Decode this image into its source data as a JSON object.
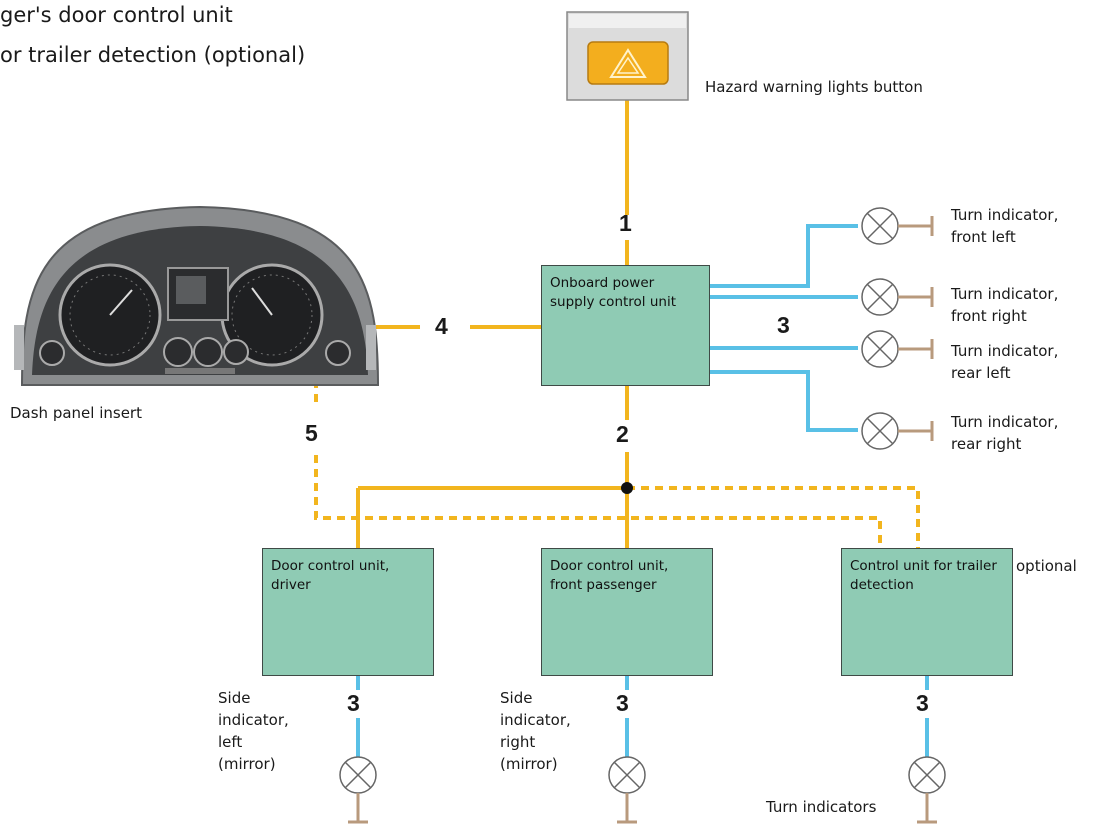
{
  "header": {
    "line1": "ger's door control unit",
    "line2": "or trailer detection (optional)"
  },
  "components": {
    "hazard_button": "Hazard warning lights button",
    "onboard_unit": "Onboard power supply control unit",
    "dash_panel": "Dash panel insert",
    "door_driver": "Door control unit, driver",
    "door_passenger": "Door control unit, front passenger",
    "trailer_unit": "Control unit for trailer detection",
    "optional": "optional"
  },
  "lamps": {
    "front_left": [
      "Turn indicator,",
      "front left"
    ],
    "front_right": [
      "Turn indicator,",
      "front right"
    ],
    "rear_left": [
      "Turn indicator,",
      "rear left"
    ],
    "rear_right": [
      "Turn indicator,",
      "rear right"
    ],
    "side_left": [
      "Side",
      "indicator,",
      "left",
      "(mirror)"
    ],
    "side_right": [
      "Side",
      "indicator,",
      "right",
      "(mirror)"
    ],
    "turn_indicators": "Turn indicators"
  },
  "bus_numbers": {
    "n1": "1",
    "n2": "2",
    "n3_right": "3",
    "n4": "4",
    "n5": "5",
    "n3_driver": "3",
    "n3_passenger": "3",
    "n3_trailer": "3"
  },
  "colors": {
    "bus_yellow": "#f2b51e",
    "wire_blue": "#59c0e6",
    "box_green": "#8fcbb4",
    "ground_brown": "#b89a7d"
  }
}
